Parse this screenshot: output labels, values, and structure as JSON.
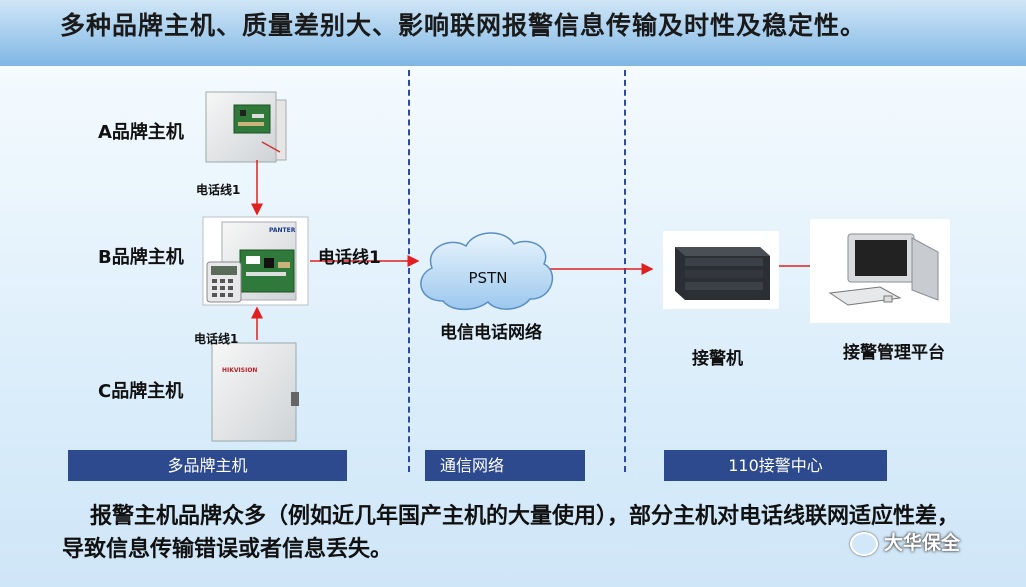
{
  "title": "多种品牌主机、质量差别大、影响联网报警信息传输及时性及稳定性。",
  "hosts": {
    "a_label": "A品牌主机",
    "b_label": "B品牌主机",
    "c_label": "C品牌主机",
    "line_a_b": "电话线1",
    "line_c_b": "电话线1",
    "b_brand_text": "PANTER",
    "c_brand_text": "HIKVISION"
  },
  "network": {
    "phone_line": "电话线1",
    "cloud_label": "PSTN",
    "cloud_caption": "电信电话网络"
  },
  "center": {
    "receiver_label": "接警机",
    "platform_label": "接警管理平台"
  },
  "bands": {
    "hosts": "多品牌主机",
    "network": "通信网络",
    "center": "110接警中心"
  },
  "bottom_text": "报警主机品牌众多（例如近几年国产主机的大量使用），部分主机对电话线联网适应性差，导致信息传输错误或者信息丢失。",
  "watermark": "大华保全",
  "colors": {
    "arrow": "#e02020",
    "band": "#2d4a8e",
    "divider": "#2e4a9a"
  }
}
